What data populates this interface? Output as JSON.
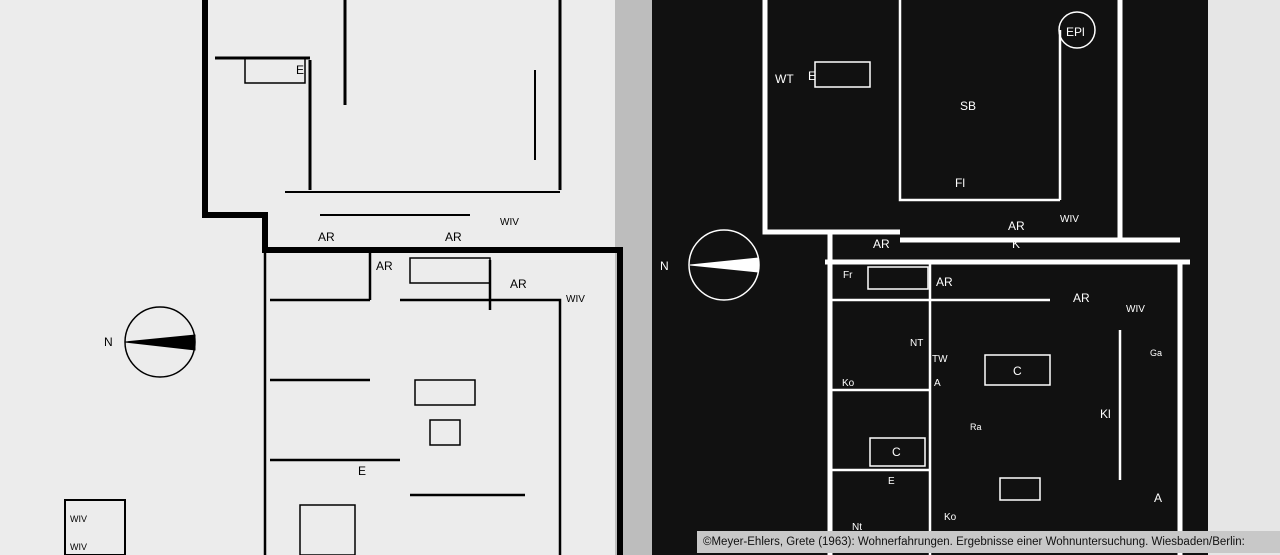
{
  "left_plan": {
    "labels": {
      "e1": "E",
      "ar1": "AR",
      "ar2": "AR",
      "w1": "WIV",
      "ar3": "AR",
      "ar4": "AR",
      "w2": "WIV",
      "e2": "E",
      "w3": "WIV",
      "w4": "WIV"
    },
    "north": "N"
  },
  "right_plan": {
    "labels": {
      "epl": "EPl",
      "wt": "WT",
      "e1": "E",
      "sb": "SB",
      "fl": "Fl",
      "ar1": "AR",
      "ar2": "AR",
      "k": "K",
      "w1": "WIV",
      "fr": "Fr",
      "ar3": "AR",
      "ar4": "AR",
      "w2": "WIV",
      "nt": "NT",
      "tw": "TW",
      "a1": "A",
      "ko1": "Ko",
      "c1": "C",
      "kl": "Kl",
      "ga": "Ga",
      "ra": "Ra",
      "c2": "C",
      "e2": "E",
      "ko2": "Ko",
      "a2": "A",
      "nt2": "Nt"
    },
    "north": "N"
  },
  "caption": "©Meyer-Ehlers, Grete (1963): Wohnerfahrungen. Ergebnisse einer Wohnuntersuchung. Wiesbaden/Berlin:"
}
